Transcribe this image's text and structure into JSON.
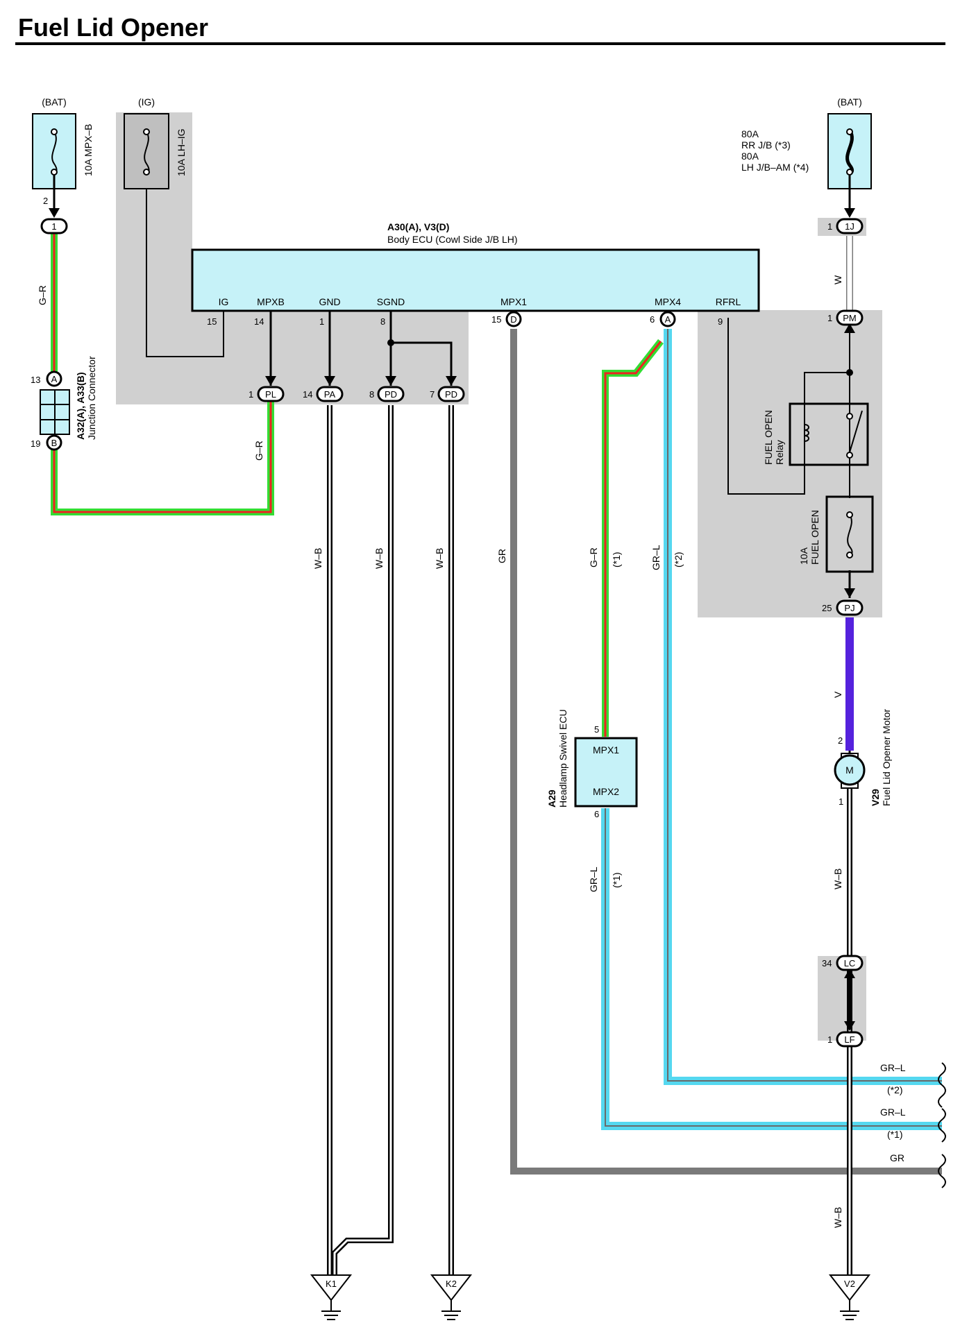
{
  "title": "Fuel Lid Opener",
  "sources": {
    "bat_left": "(BAT)",
    "ig": "(IG)",
    "bat_right": "(BAT)"
  },
  "fuses": {
    "mpxb": "10A MPX–B",
    "lhig": "10A LH–IG",
    "main_line1": "80A",
    "main_line2": "RR J/B (*3)",
    "main_line3": "80A",
    "main_line4": "LH J/B–AM (*4)",
    "fuel_open_line1": "10A",
    "fuel_open_line2": "FUEL OPEN"
  },
  "ecu": {
    "code": "A30(A), V3(D)",
    "name": "Body ECU (Cowl Side J/B LH)",
    "terminals": [
      "IG",
      "MPXB",
      "GND",
      "SGND",
      "MPX1",
      "MPX4",
      "RFRL"
    ],
    "pins": [
      "15",
      "14",
      "1",
      "8",
      "15",
      "6",
      "9"
    ],
    "conn_d": "D",
    "conn_a": "A"
  },
  "junction": {
    "code": "A32(A), A33(B)",
    "name": "Junction Connector",
    "pin_a": "13",
    "conn_a": "A",
    "pin_b": "19",
    "conn_b": "B"
  },
  "connectors": {
    "fuse_pin": "2",
    "c1": "1",
    "pl_pin": "1",
    "pl": "PL",
    "pa_pin": "14",
    "pa": "PA",
    "pd1_pin": "8",
    "pd1": "PD",
    "pd2_pin": "7",
    "pd2": "PD",
    "j1_pin": "1",
    "j1": "1J",
    "pm_pin": "1",
    "pm": "PM",
    "pj_pin": "25",
    "pj": "PJ",
    "lc_pin": "34",
    "lc": "LC",
    "lf_pin": "1",
    "lf": "LF"
  },
  "relay": {
    "line1": "FUEL OPEN",
    "line2": "Relay"
  },
  "headlamp_ecu": {
    "code": "A29",
    "name": "Headlamp Swivel ECU",
    "t1": "MPX1",
    "t2": "MPX2",
    "pin1": "5",
    "pin2": "6"
  },
  "motor": {
    "code": "V29",
    "name": "Fuel Lid Opener Motor",
    "symbol": "M",
    "pin_top": "2",
    "pin_bottom": "1"
  },
  "wires": {
    "gr_left_top": "G–R",
    "gr_left_bottom": "G–R",
    "wb1": "W–B",
    "wb2": "W–B",
    "wb3": "W–B",
    "gr": "GR",
    "gr_mid": "G–R",
    "note1": "(*1)",
    "grl_top": "GR–L",
    "note2": "(*2)",
    "w": "W",
    "v": "V",
    "grl_ecu": "GR–L",
    "note1b": "(*1)",
    "wb_motor": "W–B",
    "wb_bottom": "W–B",
    "out1": "GR–L",
    "out1_note": "(*2)",
    "out2": "GR–L",
    "out2_note": "(*1)",
    "out3": "GR"
  },
  "grounds": {
    "k1": "K1",
    "k2": "K2",
    "v2": "V2"
  },
  "colors": {
    "green": "#33dd33",
    "red": "#ee2222",
    "cyan": "#55d8f0",
    "violet": "#5522dd",
    "gray": "#7a7a7a",
    "shade": "#d0d0d0",
    "box": "#c6f2f8"
  }
}
